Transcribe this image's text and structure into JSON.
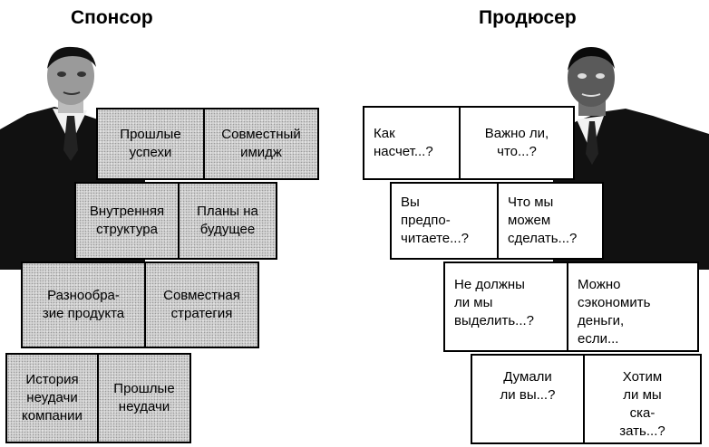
{
  "sponsor": {
    "title": "Спонсор",
    "cards": [
      [
        "Прошлые\nуспехи",
        "Совместный\nимидж"
      ],
      [
        "Внутренняя\nструктура",
        "Планы на\nбудущее"
      ],
      [
        "Разнообра-\nзие продукта",
        "Совместная\nстратегия"
      ],
      [
        "История\nнеудачи\nкомпании",
        "Прошлые\nнеудачи"
      ]
    ]
  },
  "producer": {
    "title": "Продюсер",
    "cards": [
      [
        "Как\nнасчет...?",
        "Важно ли,\nчто...?"
      ],
      [
        "Вы\nпредпо-\nчитаете...?",
        "Что мы\nможем\nсделать...?"
      ],
      [
        "Не должны\nли мы\nвыделить...?",
        "Можно\nсэкономить\nденьги,\nесли..."
      ],
      [
        "Думали\nли вы...?",
        "Хотим\nли мы\nска-\nзать...?"
      ]
    ]
  },
  "colors": {
    "gray_card": "#d4d4d4",
    "white_card": "#ffffff",
    "ink": "#000000"
  }
}
